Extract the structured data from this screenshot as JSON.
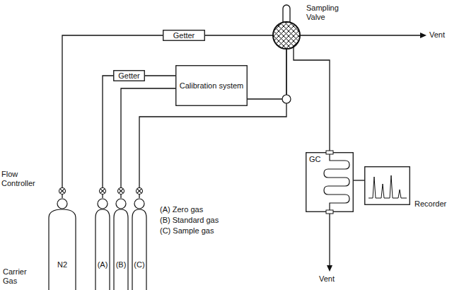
{
  "diagram": {
    "nodes": [
      {
        "text": [
          "Getter"
        ]
      },
      {
        "text": [
          "Sampling Valve"
        ]
      },
      {
        "text": [
          "Getter"
        ]
      },
      {
        "text": [
          "Calibration system"
        ]
      },
      {
        "text": [
          "N2"
        ]
      },
      {
        "text": [
          "(A)"
        ]
      },
      {
        "text": [
          "(B)"
        ]
      },
      {
        "text": [
          "(C)"
        ]
      },
      {
        "text": [
          "GC"
        ]
      },
      {
        "text": [
          "Recorder"
        ]
      }
    ],
    "edges": [
      {
        "from": 4,
        "to": 0,
        "arrow": "none"
      },
      {
        "from": 0,
        "to": 1,
        "arrow": "none"
      },
      {
        "from": 5,
        "to": 2,
        "arrow": "none"
      },
      {
        "from": 2,
        "to": 3,
        "arrow": "none"
      },
      {
        "from": 6,
        "to": 3,
        "arrow": "none"
      },
      {
        "from": 3,
        "to": 1,
        "arrow": "none"
      },
      {
        "from": 7,
        "to": 1,
        "arrow": "none"
      },
      {
        "from": 1,
        "to": 8,
        "arrow": "none"
      },
      {
        "from": 8,
        "to": 9,
        "arrow": "none"
      }
    ],
    "labels": [
      "Vent",
      "Flow Controller",
      "Carrier Gas",
      "Vent",
      "(A) Zero gas",
      "(B) Standard gas",
      "(C) Sample gas"
    ]
  }
}
